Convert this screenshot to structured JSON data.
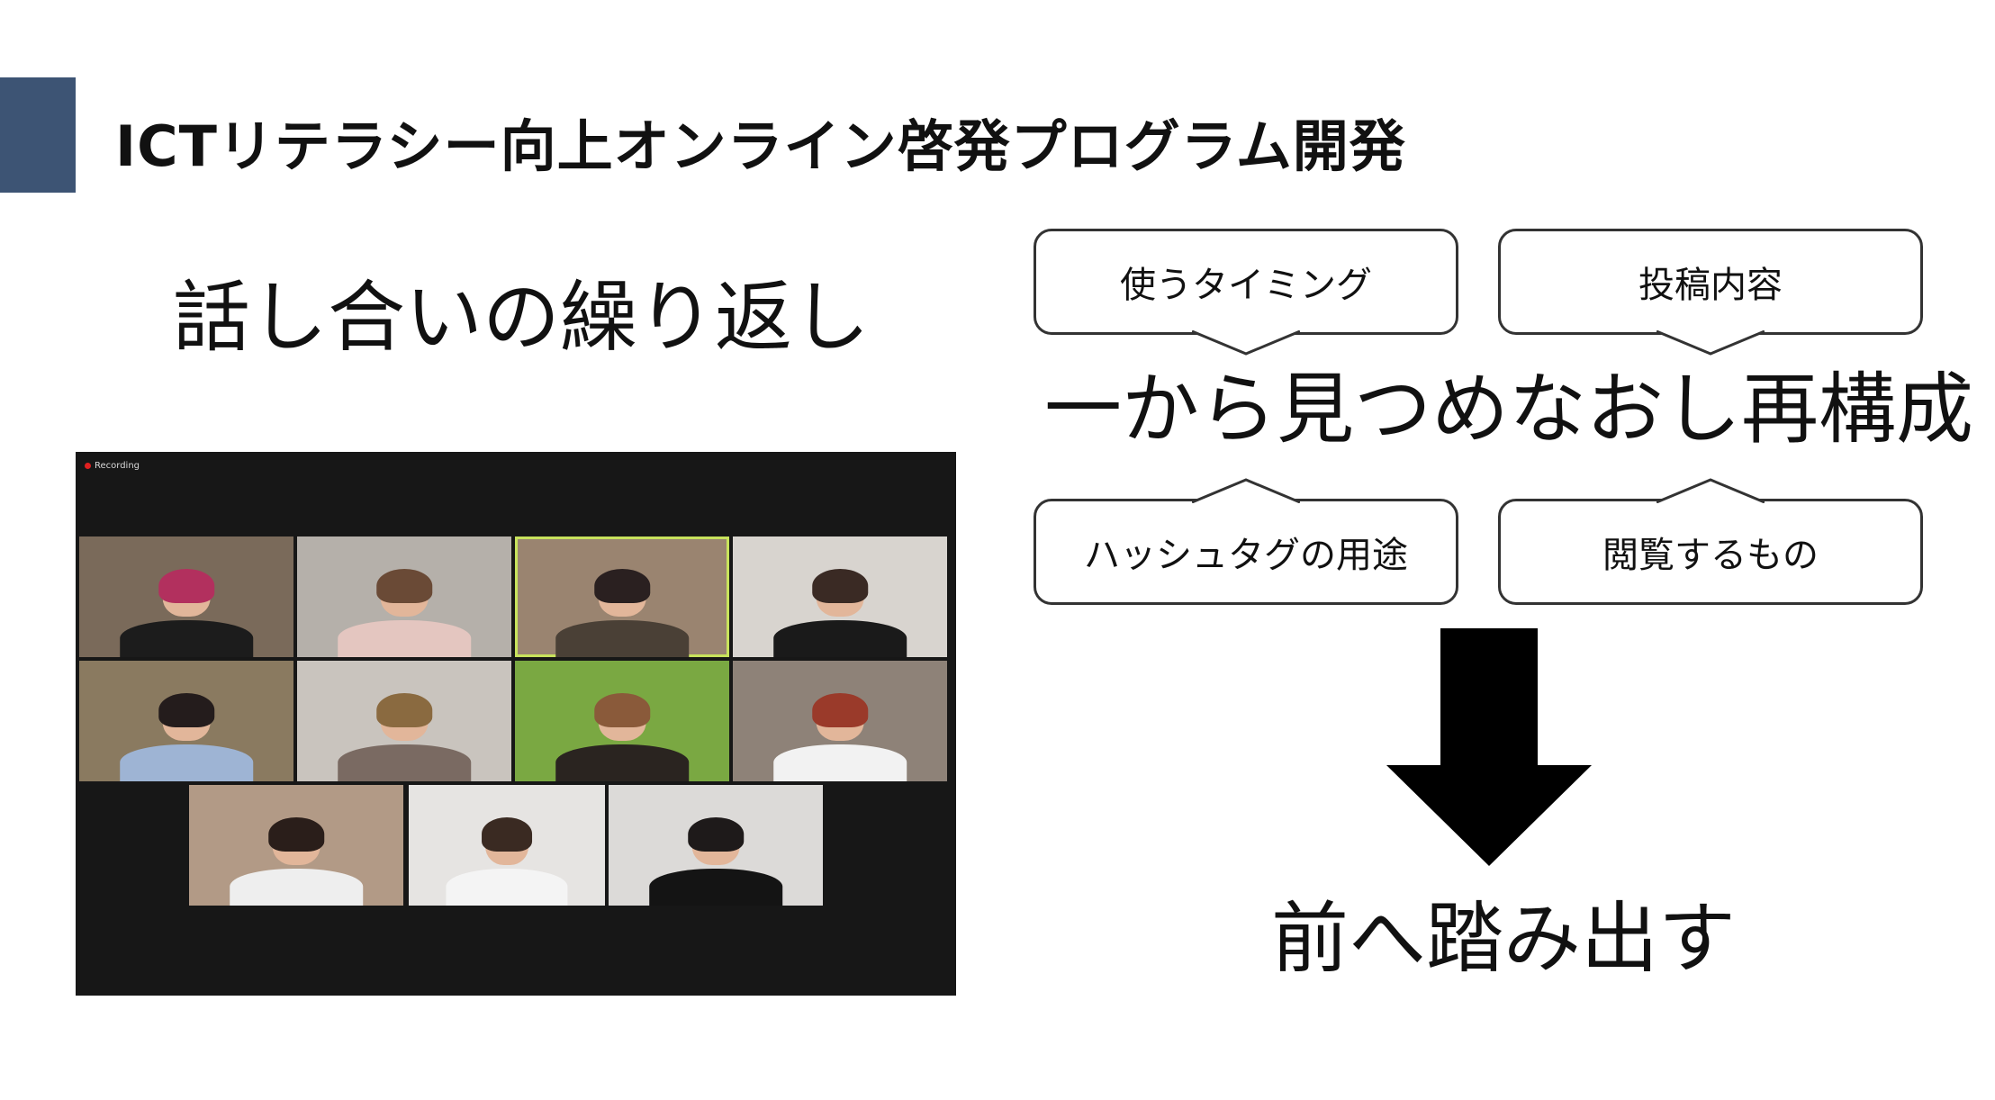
{
  "slide": {
    "title": "ICTリテラシー向上オンライン啓発プログラム開発",
    "left_heading": "話し合いの繰り返し",
    "center_phrase": "一から見つめなおし再構成",
    "bottom_phrase": "前へ踏み出す",
    "accent_color": "#3d5474"
  },
  "callouts": {
    "top_left": "使うタイミング",
    "top_right": "投稿内容",
    "bottom_left": "ハッシュタグの用途",
    "bottom_right": "閲覧するもの"
  },
  "meeting": {
    "recording_label": "Recording",
    "participant_count": 11
  },
  "icons": {
    "recording": "recording-dot-icon",
    "arrow": "arrow-down-icon"
  }
}
